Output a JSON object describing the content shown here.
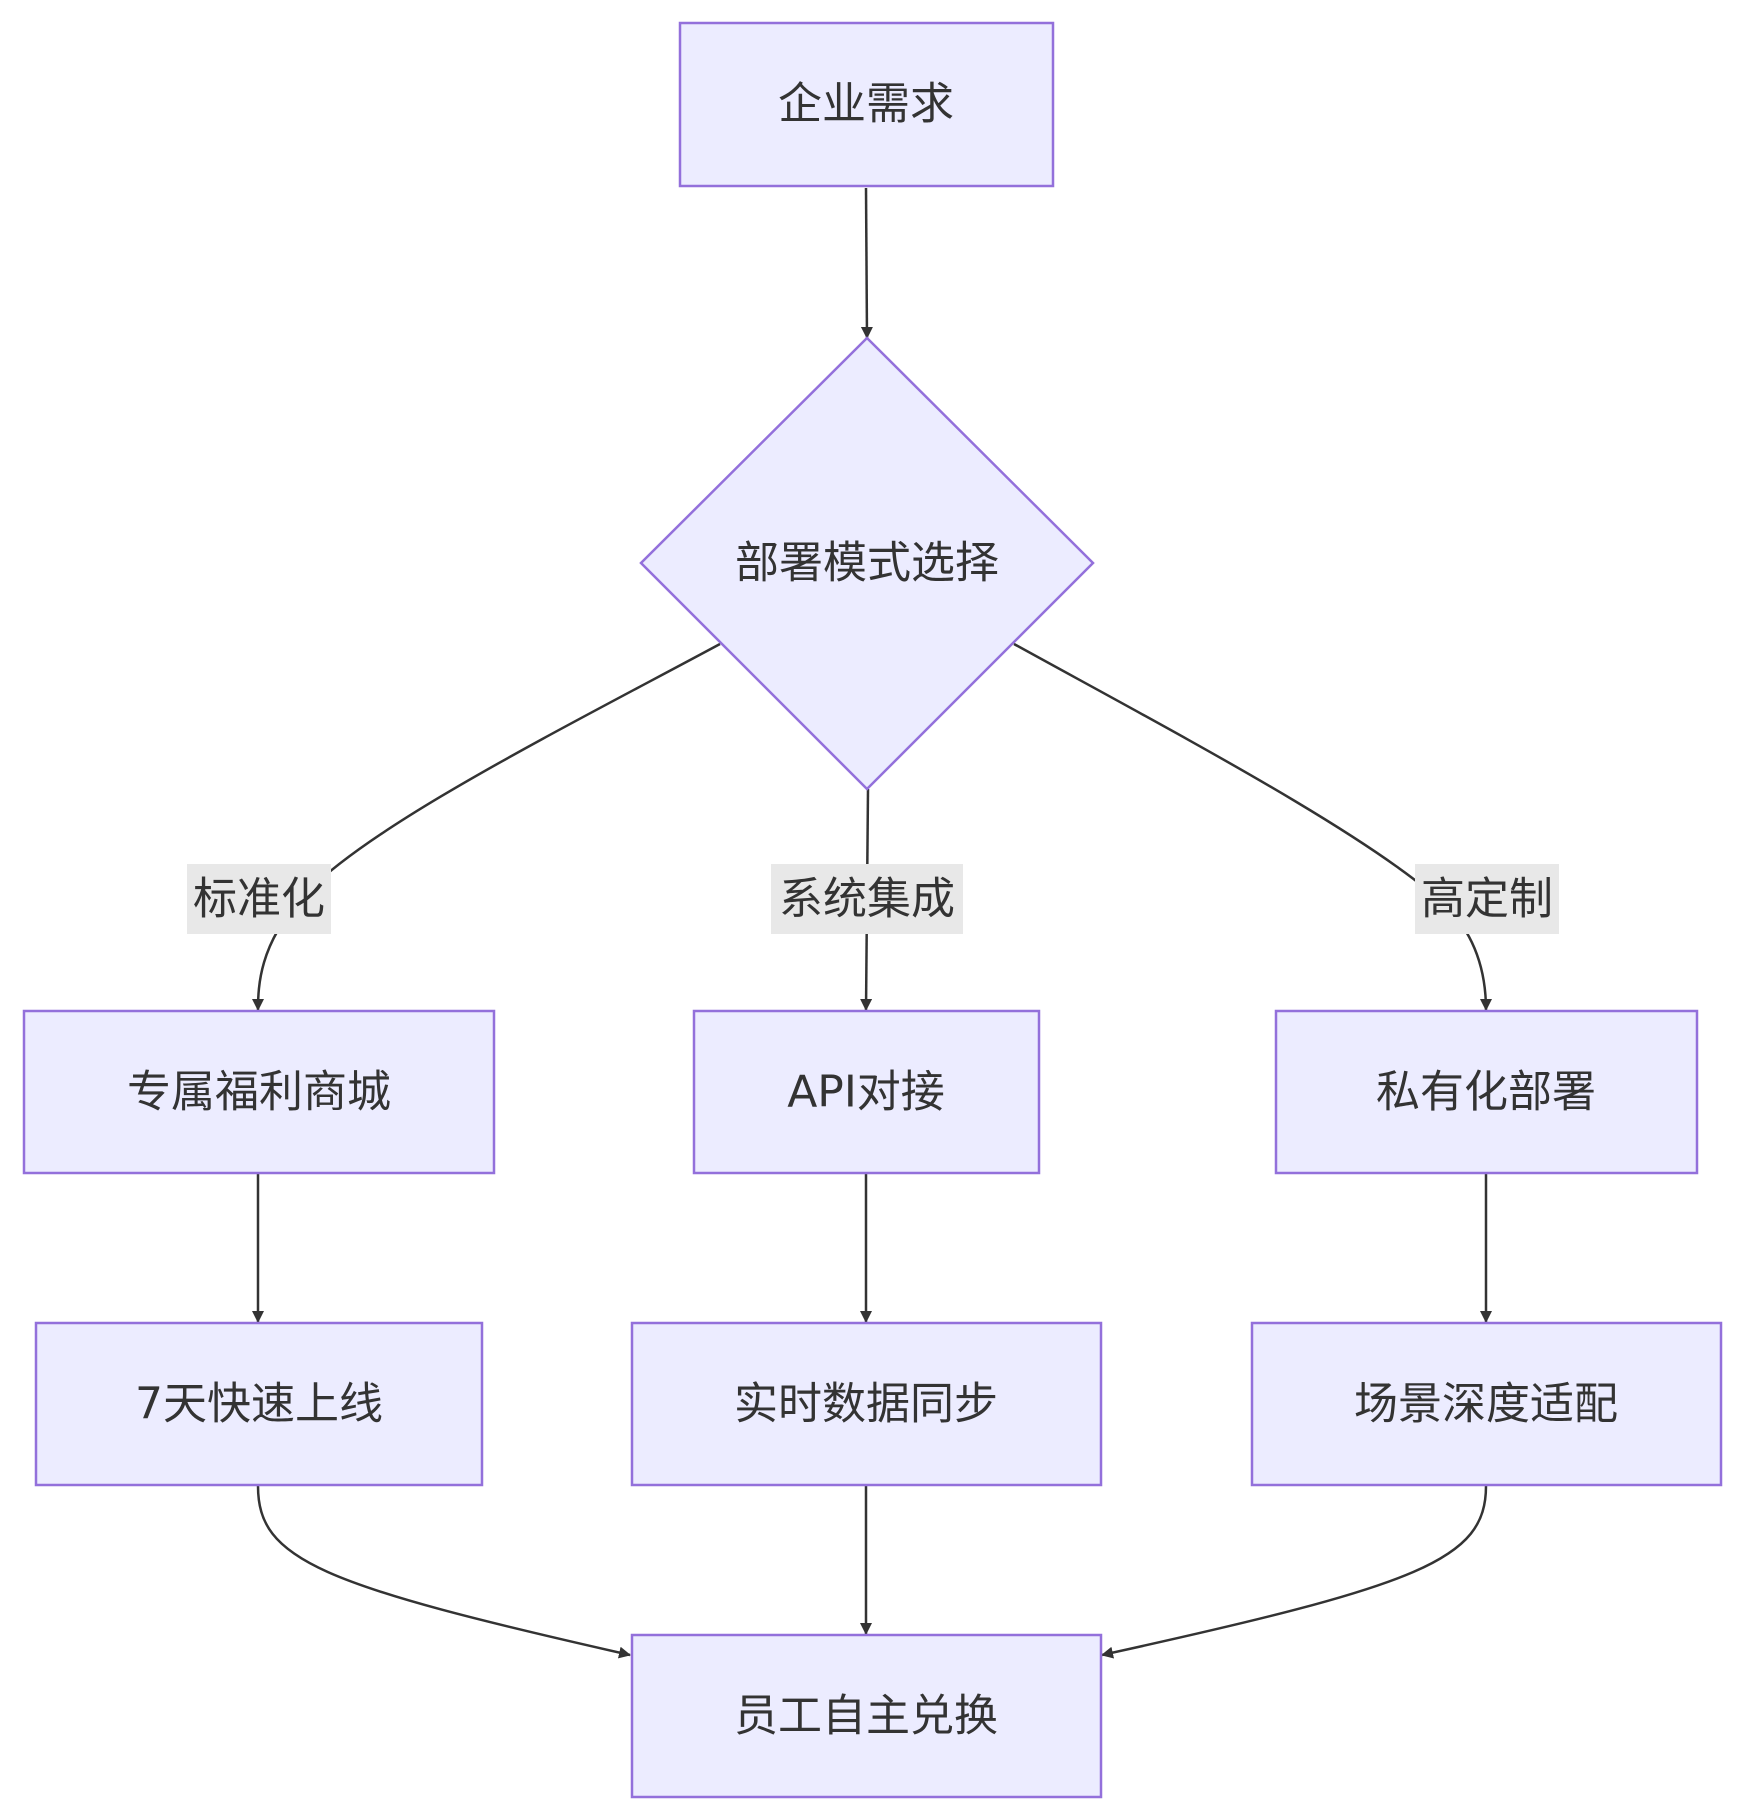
{
  "nodes": {
    "demand": "企业需求",
    "decision": "部署模式选择",
    "mall": "专属福利商城",
    "api": "API对接",
    "private": "私有化部署",
    "launch": "7天快速上线",
    "sync": "实时数据同步",
    "scene": "场景深度适配",
    "redeem": "员工自主兑换"
  },
  "edge_labels": {
    "standard": "标准化",
    "integration": "系统集成",
    "custom": "高定制"
  },
  "colors": {
    "node_fill": "#ECECFF",
    "node_stroke": "#9370DB",
    "edge": "#333333",
    "label_bg": "#E8E8E8",
    "text": "#333333"
  }
}
